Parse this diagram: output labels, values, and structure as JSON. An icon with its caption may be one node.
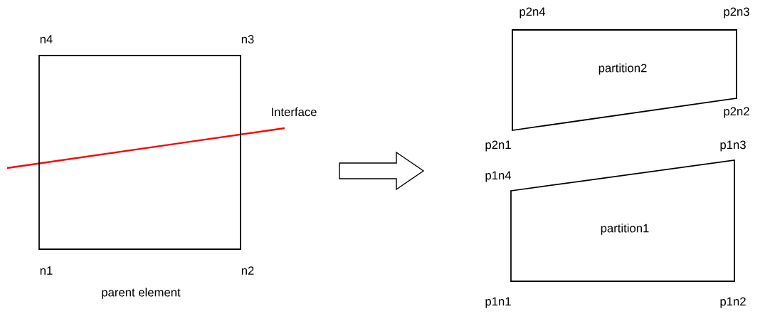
{
  "diagram": {
    "nodes": [
      {
        "text": [],
        "shape": "box",
        "beside": [
          "parent element"
        ]
      },
      {
        "text": [
          "partition2"
        ]
      },
      {
        "text": [
          "partition1"
        ]
      }
    ],
    "labels": [
      "n4",
      "n3",
      "Interface",
      "n1",
      "n2",
      "p2n4",
      "p2n3",
      "p2n2",
      "p2n1",
      "p1n3",
      "p1n4",
      "p1n1",
      "p1n2"
    ]
  }
}
